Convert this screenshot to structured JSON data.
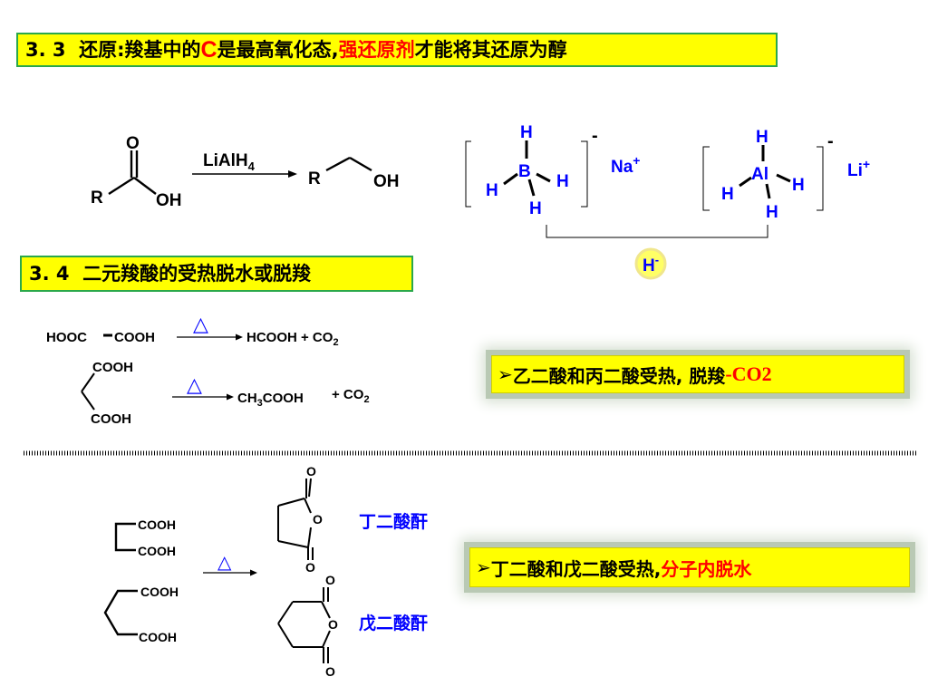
{
  "heading_3_3": {
    "number": "3. 3  ",
    "text1": "还原:羧基中的",
    "c_letter": "C",
    "text2": "是最高氧化态,",
    "highlight": "强还原剂",
    "text3": "才能将其还原为醇"
  },
  "heading_3_4": {
    "number": "3. 4  ",
    "text": "二元羧酸的受热脱水或脱羧"
  },
  "reduction": {
    "acid_O": "O",
    "acid_R": "R",
    "acid_OH": "OH",
    "reagent": "LiAlH",
    "reagent_sub": "4",
    "product_R": "R",
    "product_OH": "OH"
  },
  "hydrides": {
    "boro_center": "B",
    "alumino_center": "Al",
    "H": "H",
    "charge": "-",
    "na": "Na",
    "li": "Li",
    "plus": "+",
    "hydride_label": "H",
    "hydride_charge": "-"
  },
  "decarboxylation": {
    "oxalic": "HOOC",
    "oxalic2": "COOH",
    "product1": "HCOOH + CO",
    "sub2": "2",
    "malonic_top": "COOH",
    "malonic_bottom": "COOH",
    "product2_a": "CH",
    "product2_sub3": "3",
    "product2_b": "COOH",
    "product2_co2": "+ CO",
    "heat": "△"
  },
  "note_decarb": {
    "bullet": "➢",
    "text": "乙二酸和丙二酸受热, 脱羧",
    "co2": "-CO2"
  },
  "dehydration": {
    "succinic_top": "COOH",
    "succinic_bottom": "COOH",
    "glutaric_top": "COOH",
    "glutaric_bottom": "COOH",
    "heat": "△",
    "O": "O",
    "succinic_anhydride": "丁二酸酐",
    "glutaric_anhydride": "戊二酸酐"
  },
  "note_dehyd": {
    "bullet": "➢",
    "text": "丁二酸和戊二酸受热,",
    "highlight": "分子内脱水"
  },
  "colors": {
    "heading_bg": "#ffff00",
    "heading_border": "#2aa84a",
    "blue": "#0000ff",
    "red": "#ff0000"
  }
}
